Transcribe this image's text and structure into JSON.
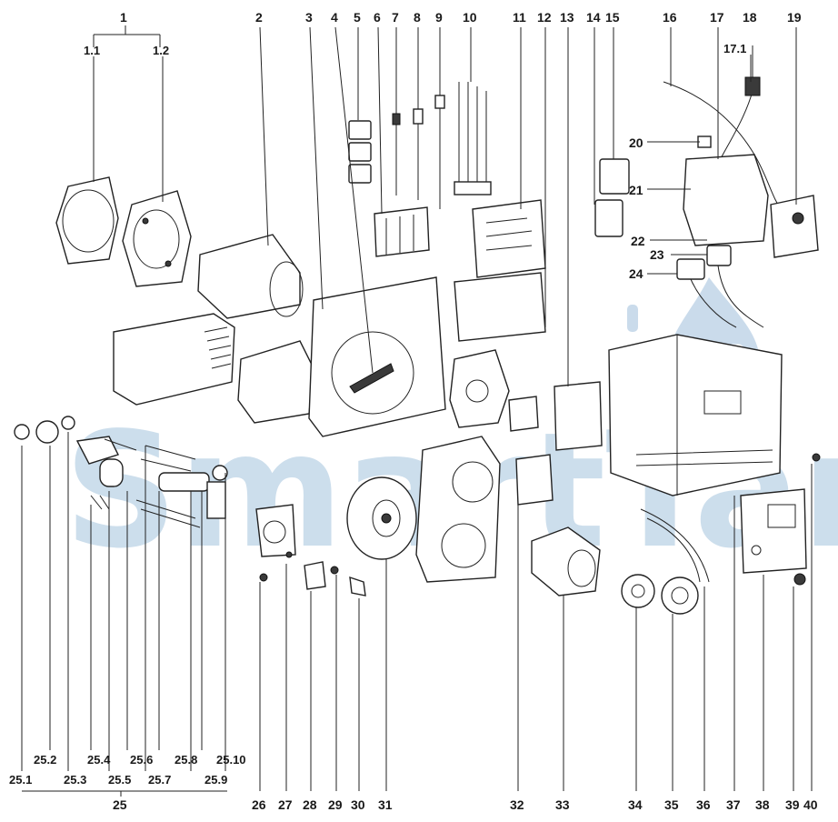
{
  "watermark": "SmartTam",
  "top_labels": [
    "1",
    "1.1",
    "1.2",
    "2",
    "3",
    "4",
    "5",
    "6",
    "7",
    "8",
    "9",
    "10",
    "11",
    "12",
    "13",
    "14",
    "15",
    "16",
    "17",
    "17.1",
    "18",
    "19"
  ],
  "side_labels": [
    "20",
    "21",
    "22",
    "23",
    "24"
  ],
  "bottom_labels": [
    "25.2",
    "25.4",
    "25.6",
    "25.8",
    "25.10",
    "25.1",
    "25.3",
    "25.5",
    "25.7",
    "25.9",
    "25",
    "26",
    "27",
    "28",
    "29",
    "30",
    "31",
    "32",
    "33",
    "34",
    "35",
    "36",
    "37",
    "38",
    "39",
    "40"
  ]
}
